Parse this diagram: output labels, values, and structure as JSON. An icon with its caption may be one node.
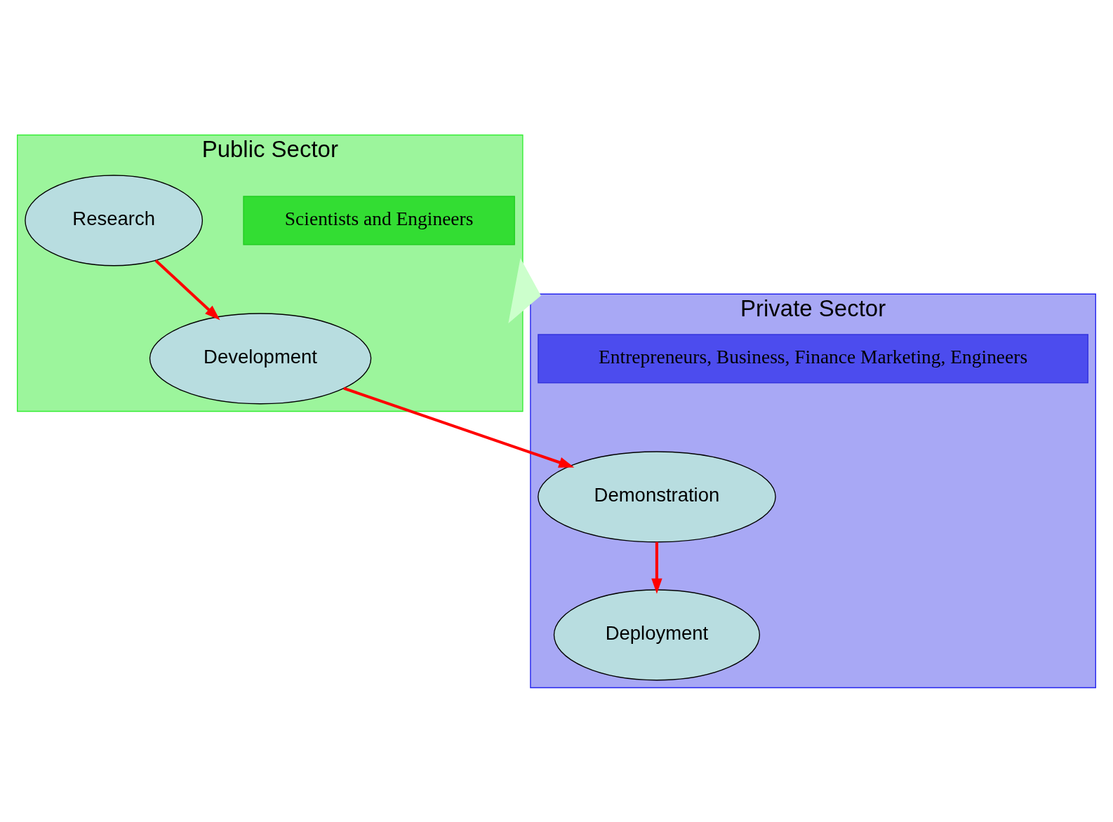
{
  "diagram": {
    "nodes": [
      {
        "text": [
          "Public Sector"
        ]
      },
      {
        "text": [
          "Scientists and Engineers"
        ],
        "in": 0
      },
      {
        "text": [
          "Development"
        ],
        "in": 0
      },
      {
        "text": [
          "Research"
        ],
        "in": 0
      },
      {
        "text": [
          "Private Sector"
        ]
      },
      {
        "text": [
          "Demonstration"
        ],
        "in": 4
      },
      {
        "text": [
          "Deployment"
        ],
        "in": 4
      },
      {
        "text": [
          "Entrepreneurs, Business, Finance Marketing, Engineers"
        ],
        "in": 4
      }
    ],
    "edges": [
      {
        "from": 3,
        "to": 2,
        "arrow": "to"
      },
      {
        "from": 2,
        "to": 5,
        "arrow": "to"
      },
      {
        "from": 5,
        "to": 6,
        "arrow": "to"
      },
      {
        "from": 0,
        "to": 4,
        "arrow": "to",
        "style": "thick",
        "color": "#ccffcc"
      }
    ]
  }
}
